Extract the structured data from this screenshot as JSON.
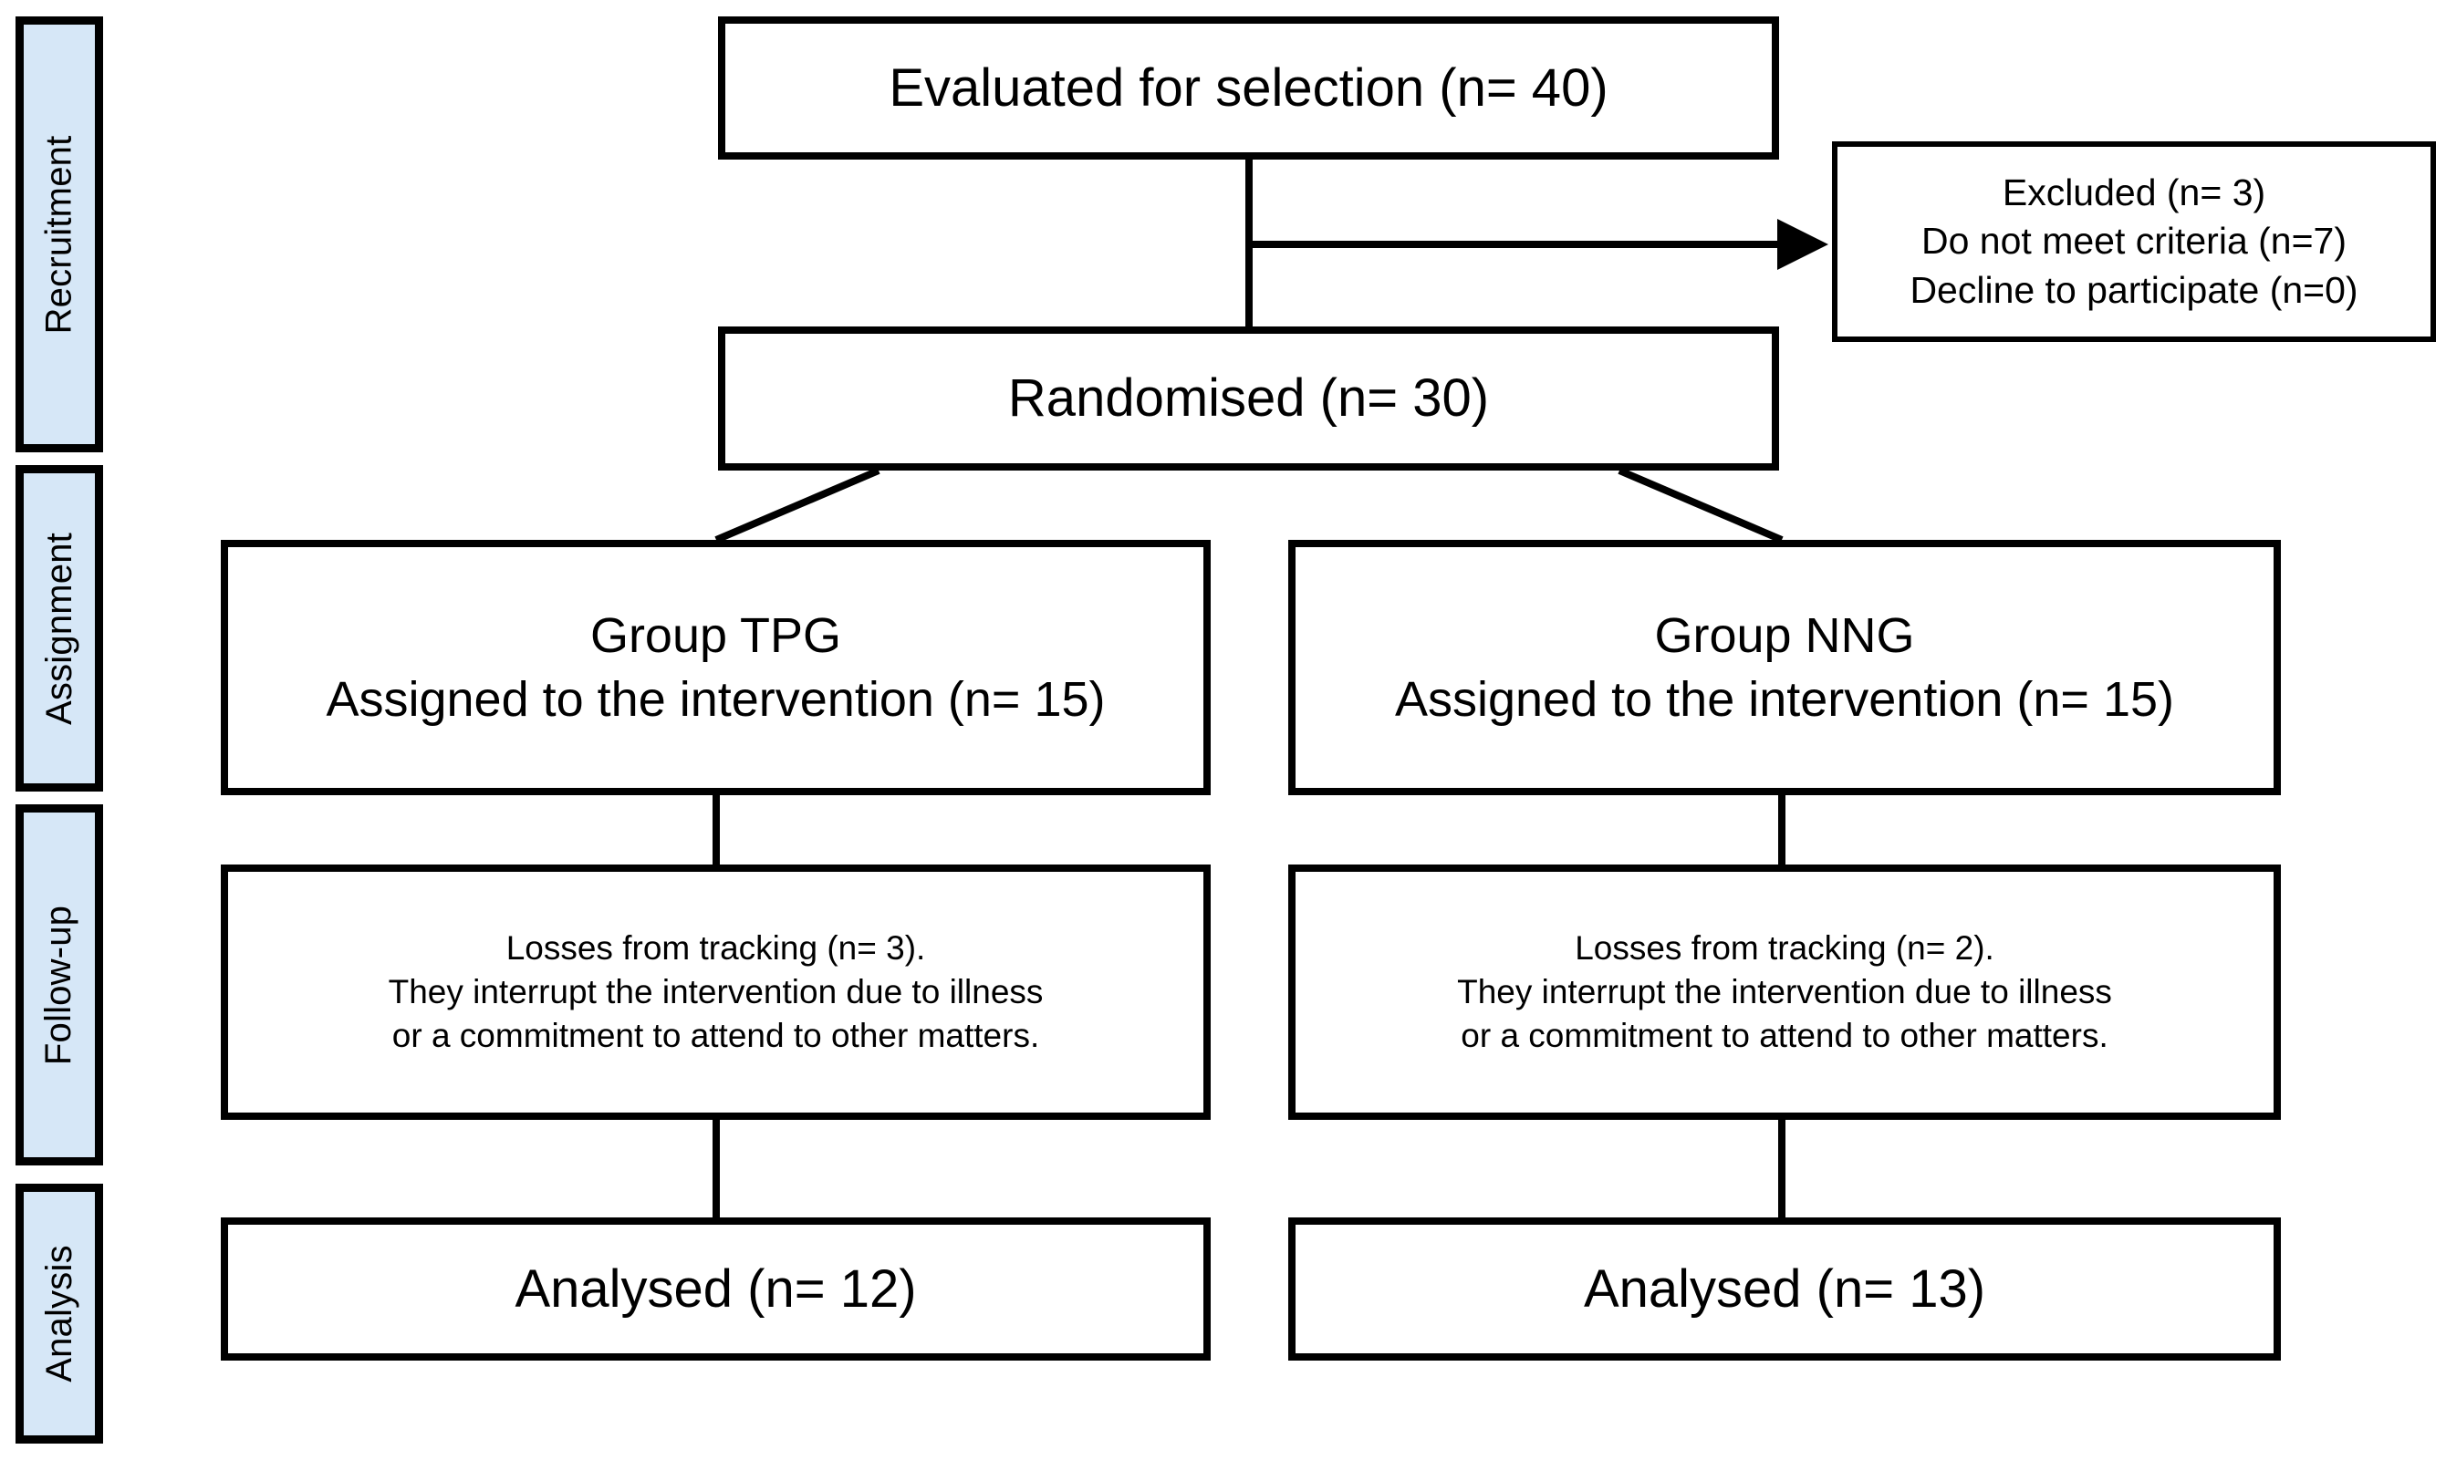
{
  "diagram": {
    "title": "CONSORT participant flow diagram",
    "accent_color": "#d6e7f7",
    "line_color": "#000000",
    "background_color": "#ffffff",
    "stages": [
      {
        "id": "recruitment",
        "label": "Recruitment"
      },
      {
        "id": "assignment",
        "label": "Assignment"
      },
      {
        "id": "follow-up",
        "label": "Follow-up"
      },
      {
        "id": "analysis",
        "label": "Analysis"
      }
    ],
    "boxes": {
      "evaluated": {
        "lines": [
          "Evaluated for selection (n= 40)"
        ]
      },
      "excluded": {
        "lines": [
          "Excluded (n= 3)",
          "Do not meet criteria (n=7)",
          "Decline to participate (n=0)"
        ]
      },
      "randomised": {
        "lines": [
          "Randomised (n= 30)"
        ]
      },
      "group_left": {
        "lines": [
          "Group TPG",
          "Assigned to the intervention (n= 15)"
        ]
      },
      "group_right": {
        "lines": [
          "Group NNG",
          "Assigned to the intervention (n= 15)"
        ]
      },
      "followup_left": {
        "lines": [
          "Losses from tracking (n= 3).",
          "They interrupt the intervention due to illness",
          "or a commitment to attend to other matters."
        ]
      },
      "followup_right": {
        "lines": [
          "Losses from tracking (n= 2).",
          "They interrupt the intervention due to illness",
          "or a commitment to attend to other matters."
        ]
      },
      "analysed_left": {
        "lines": [
          "Analysed (n= 12)"
        ]
      },
      "analysed_right": {
        "lines": [
          "Analysed (n= 13)"
        ]
      }
    },
    "flow_counts": {
      "evaluated_n": 40,
      "excluded_n": 3,
      "do_not_meet_criteria_n": 7,
      "decline_to_participate_n": 0,
      "randomised_n": 30,
      "group_tpg_assigned_n": 15,
      "group_nng_assigned_n": 15,
      "group_tpg_losses_n": 3,
      "group_nng_losses_n": 2,
      "group_tpg_analysed_n": 12,
      "group_nng_analysed_n": 13
    }
  }
}
